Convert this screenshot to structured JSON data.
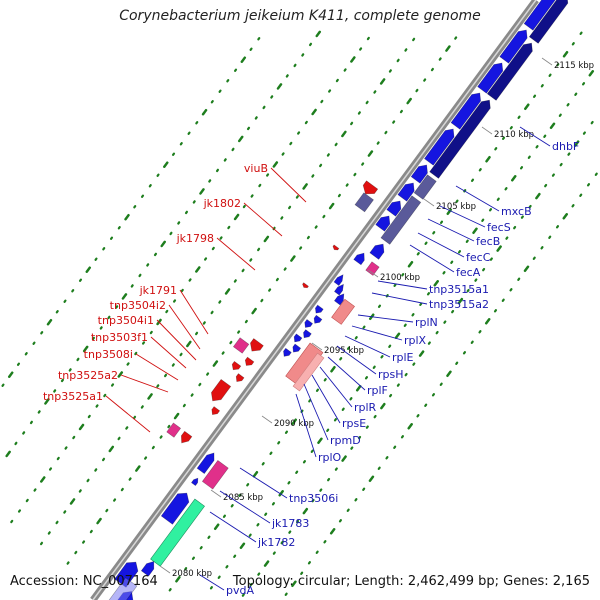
{
  "title": "Corynebacterium jeikeium K411, complete genome",
  "footer": {
    "accession": "Accession: NC_007164",
    "topology": "Topology: circular; Length: 2,462,499 bp; Genes: 2,165"
  },
  "colors": {
    "backbone": "#8a8a8a",
    "forward_gene": "#1515e0",
    "forward_dark": "#101088",
    "muted_gene": "#5a5a9a",
    "reverse_gene": "#e01010",
    "mobile_element": "#e0308a",
    "rrna_highlight": "#f08a8a",
    "rrna_light": "#f8b0b0",
    "featured_gene": "#30f0a0",
    "blue_label": "#1a1ab0",
    "red_label": "#d01010",
    "kbp_tick": "#1e7e1e"
  },
  "kbp_marks": [
    {
      "label": "2115 kbp"
    },
    {
      "label": "2110 kbp"
    },
    {
      "label": "2105 kbp"
    },
    {
      "label": "2100 kbp"
    },
    {
      "label": "2095 kbp"
    },
    {
      "label": "2090 kbp"
    },
    {
      "label": "2085 kbp"
    },
    {
      "label": "2080 kbp"
    }
  ],
  "genes_right": [
    {
      "name": "dhbF"
    },
    {
      "name": "mxcB"
    },
    {
      "name": "fecS"
    },
    {
      "name": "fecB"
    },
    {
      "name": "fecC"
    },
    {
      "name": "fecA"
    },
    {
      "name": "tnp3515a1"
    },
    {
      "name": "tnp3515a2"
    },
    {
      "name": "rplN"
    },
    {
      "name": "rplX"
    },
    {
      "name": "rplE"
    },
    {
      "name": "rpsH"
    },
    {
      "name": "rplF"
    },
    {
      "name": "rplR"
    },
    {
      "name": "rpsE"
    },
    {
      "name": "rpmD"
    },
    {
      "name": "rplO"
    },
    {
      "name": "tnp3506i"
    },
    {
      "name": "jk1783"
    },
    {
      "name": "jk1782"
    },
    {
      "name": "pvdA"
    }
  ],
  "genes_left": [
    {
      "name": "viuB"
    },
    {
      "name": "jk1802"
    },
    {
      "name": "jk1798"
    },
    {
      "name": "jk1791"
    },
    {
      "name": "tnp3504i2"
    },
    {
      "name": "tnp3504i1"
    },
    {
      "name": "tnp3503f1"
    },
    {
      "name": "tnp3508i"
    },
    {
      "name": "tnp3525a2"
    },
    {
      "name": "tnp3525a1"
    }
  ]
}
